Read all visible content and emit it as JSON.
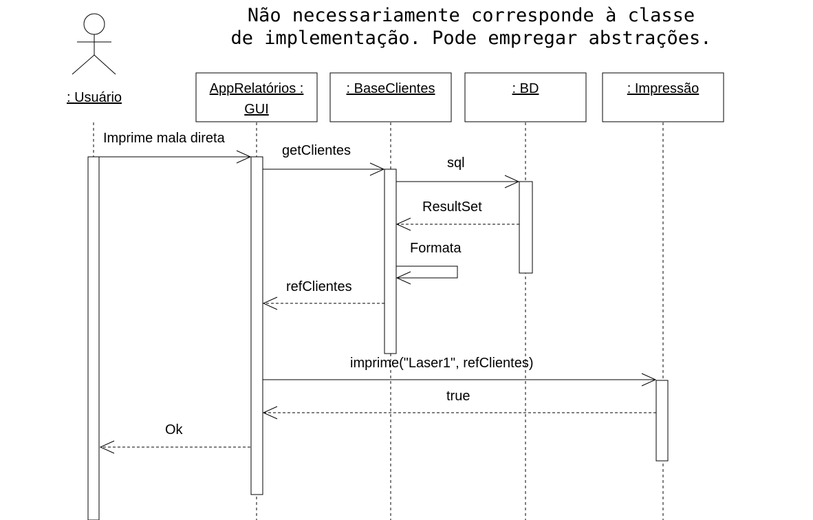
{
  "note": {
    "line1": "Não necessariamente corresponde à classe",
    "line2": "de implementação. Pode empregar abstrações."
  },
  "actor": {
    "label": ": Usuário"
  },
  "objects": {
    "app_line1": "AppRelatórios :",
    "app_line2": "GUI",
    "base": ": BaseClientes",
    "bd": ": BD",
    "impressao": ": Impressão"
  },
  "messages": {
    "m1": "Imprime mala direta",
    "m2": "getClientes",
    "m3": "sql",
    "m4": "ResultSet",
    "m5": "Formata",
    "m6": "refClientes",
    "m7": "imprime(\"Laser1\", refClientes)",
    "m8": "true",
    "m9": "Ok"
  }
}
